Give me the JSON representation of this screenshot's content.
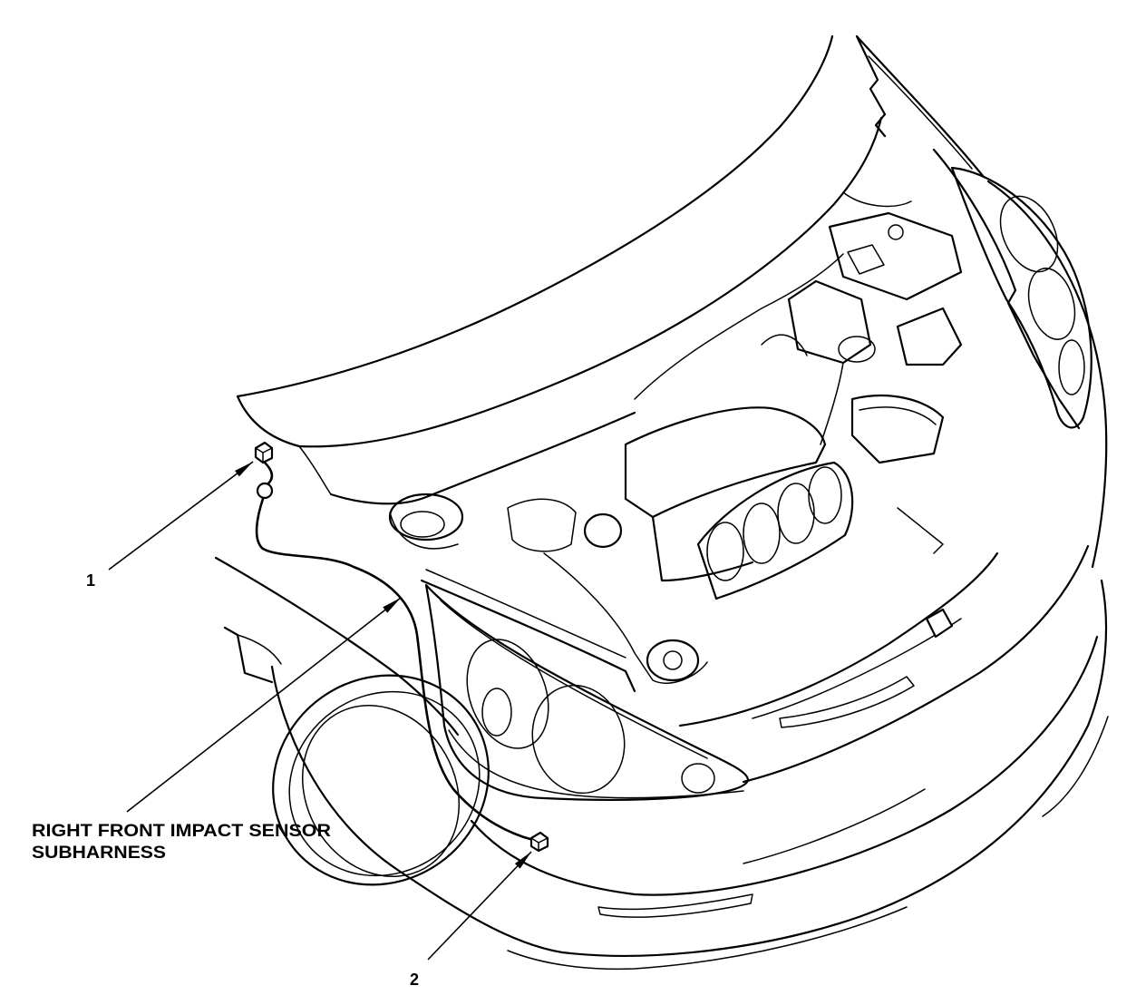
{
  "callouts": {
    "one": "1",
    "two": "2"
  },
  "harness_label": {
    "line1": "RIGHT FRONT IMPACT SENSOR",
    "line2": "SUBHARNESS"
  },
  "colors": {
    "line": "#000000",
    "background": "#ffffff"
  }
}
